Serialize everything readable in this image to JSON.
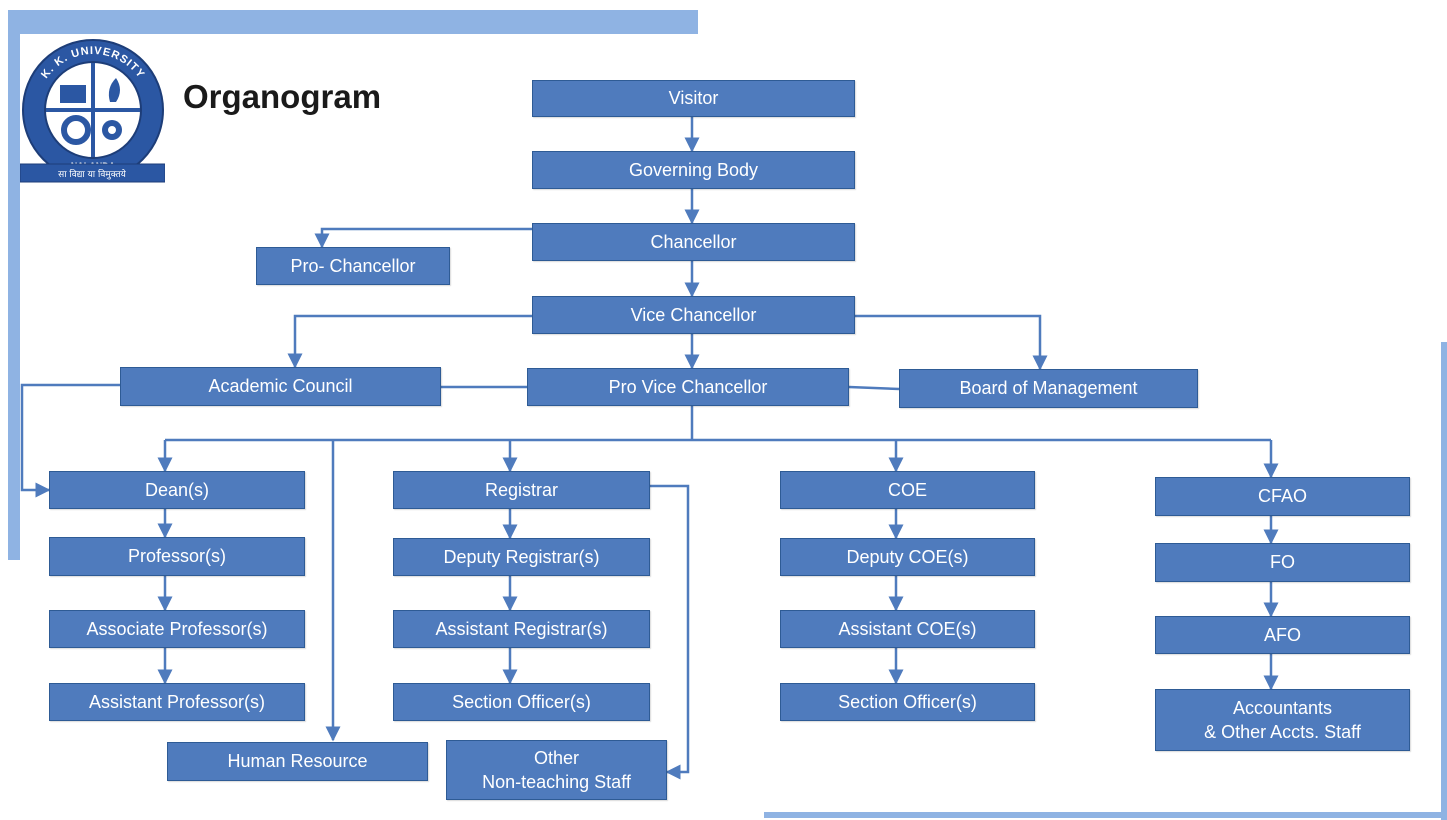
{
  "page": {
    "title": "Organogram"
  },
  "logo": {
    "ring_text": "K. K. UNIVERSITY",
    "place": "NALANDA",
    "motto": "सा विद्या या विमुक्तये"
  },
  "colors": {
    "box_fill": "#4f7bbd",
    "box_border": "#2e5b95",
    "connector": "#4f7bbd",
    "frame": "#8fb3e3"
  },
  "nodes": {
    "visitor": "Visitor",
    "governing_body": "Governing Body",
    "chancellor": "Chancellor",
    "pro_chancellor": "Pro- Chancellor",
    "vice_chancellor": "Vice Chancellor",
    "academic_council": "Academic Council",
    "pro_vice_chancellor": "Pro Vice Chancellor",
    "board_of_management": "Board of Management",
    "deans": "Dean(s)",
    "professors": "Professor(s)",
    "associate_professors": "Associate Professor(s)",
    "assistant_professors": "Assistant Professor(s)",
    "human_resource": "Human Resource",
    "registrar": "Registrar",
    "deputy_registrars": "Deputy Registrar(s)",
    "assistant_registrars": "Assistant Registrar(s)",
    "section_officers_reg": "Section Officer(s)",
    "other_staff": "Other\nNon-teaching Staff",
    "coe": "COE",
    "deputy_coes": "Deputy COE(s)",
    "assistant_coes": "Assistant COE(s)",
    "section_officers_coe": "Section Officer(s)",
    "cfao": "CFAO",
    "fo": "FO",
    "afo": "AFO",
    "accountants": "Accountants\n& Other Accts. Staff"
  }
}
